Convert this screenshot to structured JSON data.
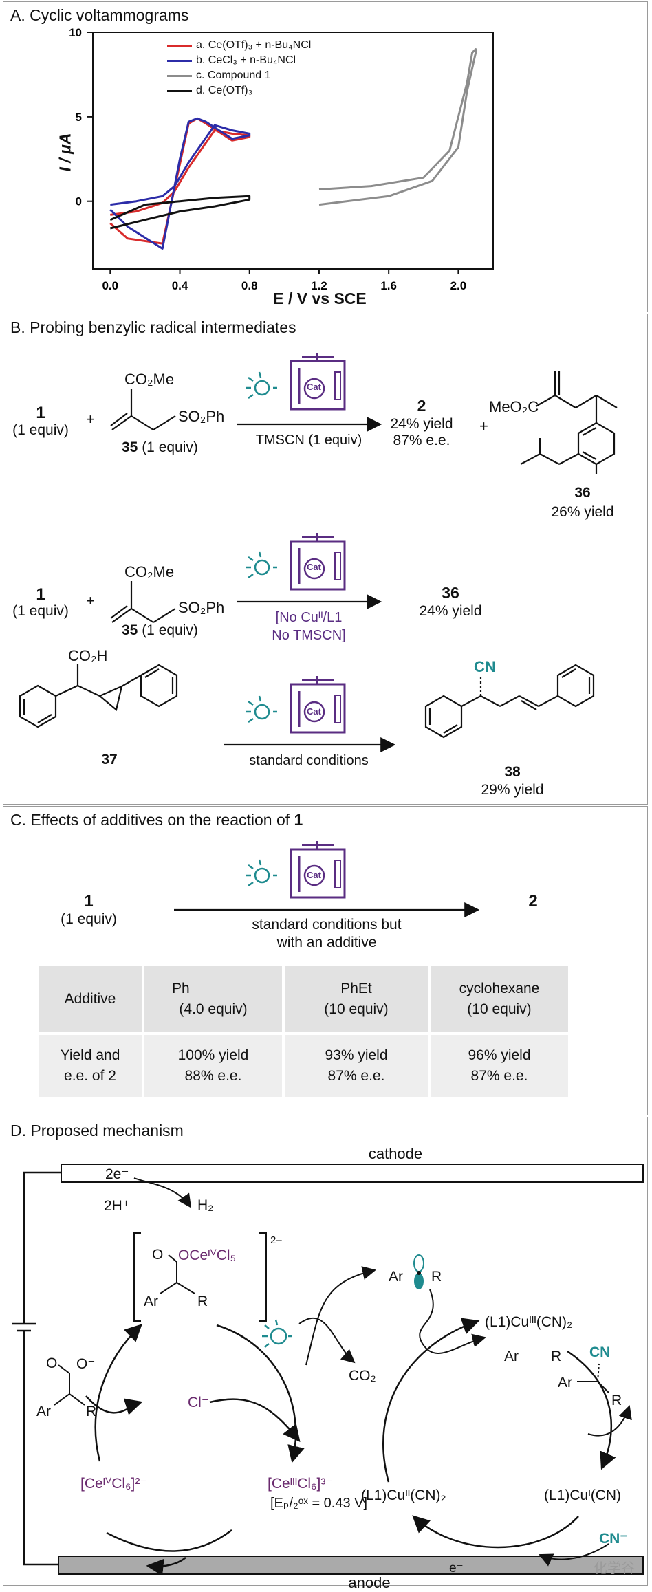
{
  "panelA": {
    "title": "A. Cyclic voltammograms",
    "ylabel": "I / μA",
    "xlabel": "E / V vs SCE",
    "legend": [
      {
        "label": "a. Ce(OTf)₃ + n-Bu₄NCl",
        "color": "#d92b2b"
      },
      {
        "label": "b. CeCl₃ + n-Bu₄NCl",
        "color": "#2c2ca8"
      },
      {
        "label": "c. Compound 1",
        "color": "#8c8c8c"
      },
      {
        "label": "d. Ce(OTf)₃",
        "color": "#111111"
      }
    ]
  },
  "chart_data": {
    "type": "line",
    "title": "Cyclic voltammograms",
    "xlabel": "E / V vs SCE",
    "ylabel": "I / μA",
    "xlim": [
      -0.1,
      2.2
    ],
    "ylim": [
      -4,
      10
    ],
    "xticks": [
      "0.0",
      "0.4",
      "0.8",
      "1.2",
      "1.6",
      "2.0"
    ],
    "yticks": [
      "0",
      "5",
      "10"
    ],
    "series": [
      {
        "name": "a. Ce(OTf)₃ + n-Bu₄NCl",
        "color": "#d92b2b",
        "x": [
          0.0,
          0.15,
          0.3,
          0.37,
          0.45,
          0.6,
          0.7,
          0.8,
          0.8,
          0.7,
          0.55,
          0.5,
          0.45,
          0.4,
          0.3,
          0.1,
          0.0
        ],
        "y": [
          -0.8,
          -0.6,
          -0.1,
          0.6,
          2.0,
          4.2,
          4.0,
          3.9,
          3.8,
          3.6,
          4.6,
          4.9,
          4.6,
          2.2,
          -2.5,
          -2.2,
          -1.3
        ]
      },
      {
        "name": "b. CeCl₃ + n-Bu₄NCl",
        "color": "#2c2ca8",
        "x": [
          0.0,
          0.15,
          0.3,
          0.37,
          0.45,
          0.6,
          0.7,
          0.8,
          0.8,
          0.7,
          0.55,
          0.5,
          0.45,
          0.4,
          0.3,
          0.1,
          0.0
        ],
        "y": [
          -0.2,
          0.0,
          0.3,
          0.9,
          2.3,
          4.5,
          4.2,
          4.0,
          3.9,
          3.7,
          4.7,
          4.9,
          4.7,
          2.5,
          -2.8,
          -1.5,
          -0.5
        ]
      },
      {
        "name": "c. Compound 1",
        "color": "#8c8c8c",
        "x": [
          1.2,
          1.5,
          1.8,
          1.95,
          2.05,
          2.08,
          2.1,
          2.1,
          2.05,
          2.0,
          1.85,
          1.6,
          1.2
        ],
        "y": [
          0.7,
          0.9,
          1.4,
          3.0,
          7.0,
          8.8,
          9.0,
          8.8,
          6.5,
          3.2,
          1.2,
          0.3,
          -0.2
        ]
      },
      {
        "name": "d. Ce(OTf)₃",
        "color": "#111111",
        "x": [
          0.0,
          0.2,
          0.4,
          0.6,
          0.8,
          0.8,
          0.6,
          0.4,
          0.2,
          0.0
        ],
        "y": [
          -1.6,
          -1.1,
          -0.6,
          -0.3,
          0.1,
          0.3,
          0.2,
          0.0,
          -0.2,
          -1.1
        ]
      }
    ]
  },
  "panelB": {
    "title": "B. Probing benzylic radical intermediates",
    "r1_reactant1": "1",
    "r1_equiv1": "(1 equiv)",
    "plus": "+",
    "r1_co2me": "CO₂Me",
    "r1_so2ph": "SO₂Ph",
    "r1_reactant2": "35",
    "r1_equiv2": " (1 equiv)",
    "cat": "Cat",
    "r1_below": "TMSCN (1 equiv)",
    "r1_product": "2",
    "r1_yield": "24% yield",
    "r1_ee": "87% e.e.",
    "r1_meo2c": "MeO₂C",
    "r1_byproduct": "36",
    "r1_byyield": "26% yield",
    "r2_reactant1": "1",
    "r2_equiv1": "(1 equiv)",
    "r2_co2me": "CO₂Me",
    "r2_so2ph": "SO₂Ph",
    "r2_reactant2": "35",
    "r2_equiv2": " (1 equiv)",
    "r2_cond1": "[No Cuᴵᴵ/L1",
    "r2_cond2": "No TMSCN]",
    "r2_product": "36",
    "r2_yield": "24% yield",
    "r3_co2h": "CO₂H",
    "r3_reactant": "37",
    "r3_below": "standard conditions",
    "r3_cn": "CN",
    "r3_product": "38",
    "r3_yield": "29% yield"
  },
  "panelC": {
    "title": "C. Effects of additives on the reaction of ",
    "title_bold": "1",
    "reactant": "1",
    "equiv": "(1 equiv)",
    "product": "2",
    "cond1": "standard conditions but",
    "cond2": "with an additive",
    "cat": "Cat",
    "table": {
      "header_label": "Additive",
      "additives": [
        {
          "name": "Ph",
          "amount": "(4.0 equiv)"
        },
        {
          "name": "PhEt",
          "amount": "(10 equiv)"
        },
        {
          "name": "cyclohexane",
          "amount": "(10 equiv)"
        }
      ],
      "row_label_1": "Yield and",
      "row_label_2": "e.e. of 2",
      "results": [
        {
          "yield": "100% yield",
          "ee": "88% e.e."
        },
        {
          "yield": "93% yield",
          "ee": "87% e.e."
        },
        {
          "yield": "96% yield",
          "ee": "87% e.e."
        }
      ]
    }
  },
  "panelD": {
    "title": "D. Proposed mechanism",
    "cathode": "cathode",
    "anode": "anode",
    "e2": "2e⁻",
    "h_plus": "2H⁺",
    "h2": "H₂",
    "complex": "OCeᴵⱽCl₅",
    "complex_charge": "2–",
    "ar": "Ar",
    "r": "R",
    "o": "O",
    "o_minus": "O⁻",
    "cl_minus": "Cl⁻",
    "ce4": "[CeᴵⱽCl₆]²⁻",
    "ce3": "[CeᴵᴵᴵCl₆]³⁻",
    "ep": "[Eₚ/₂ᵒˣ = 0.43 V]",
    "co2": "CO₂",
    "cu3": "(L1)Cuᴵᴵᴵ(CN)₂",
    "cu2": "(L1)Cuᴵᴵ(CN)₂",
    "cu1": "(L1)Cuᴵ(CN)",
    "cn": "CN",
    "cn_minus": "CN⁻",
    "e_minus": "e⁻",
    "watermark": "化学谷"
  }
}
